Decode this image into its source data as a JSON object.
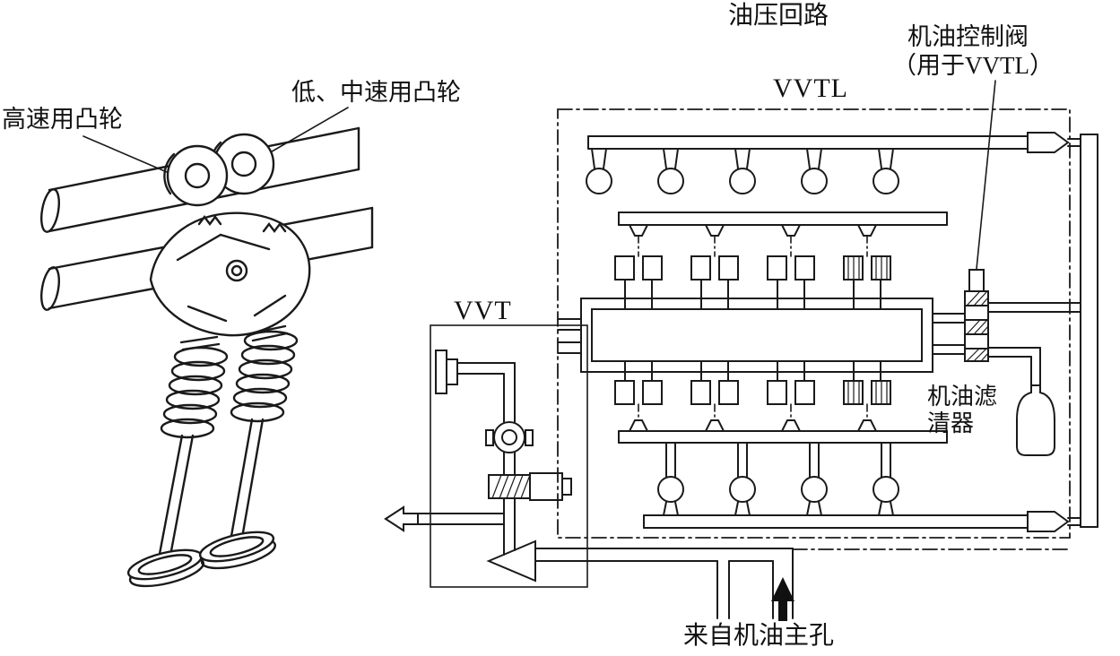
{
  "labels": {
    "oil_circuit_title": "油压回路",
    "oil_control_valve": "机油控制阀",
    "oil_control_valve_sub": "（用于VVTL）",
    "vvtl": "VVTL",
    "vvt": "VVT",
    "high_speed_cam": "高速用凸轮",
    "low_mid_speed_cam": "低、中速用凸轮",
    "oil_filter_line1": "机油滤",
    "oil_filter_line2": "清器",
    "from_oil_main_gallery": "来自机油主孔"
  },
  "icons": {
    "flow_up_arrow": "filled upward arrow (oil inflow)",
    "flow_left_arrow": "outline leftward arrow (oil outflow)"
  },
  "colors": {
    "ink": "#1a1a1a",
    "background": "#ffffff"
  }
}
